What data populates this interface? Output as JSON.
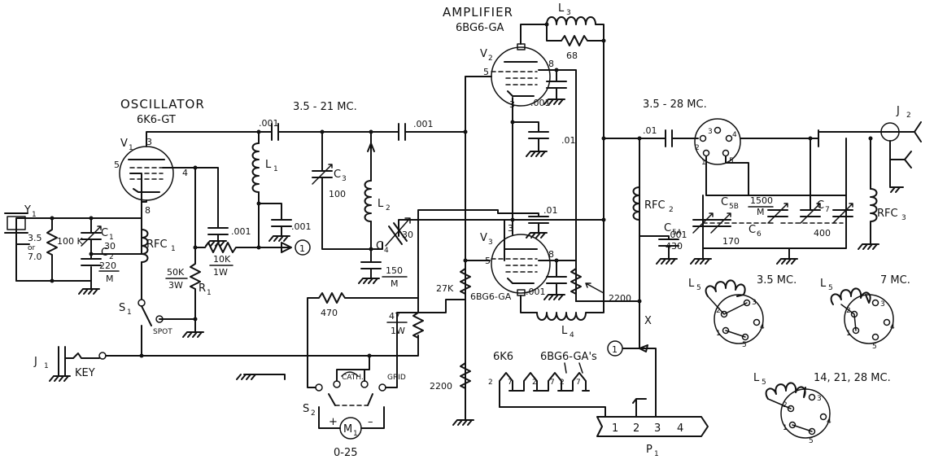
{
  "labels": {
    "osc_title": "OSCILLATOR",
    "osc_tube": "6K6-GT",
    "amp_title": "AMPLIFIER",
    "amp_tube": "6BG6-GA",
    "band1": "3.5 - 21 MC.",
    "band2": "3.5 - 28 MC.",
    "v1": "V",
    "v1_sub": "1",
    "v2": "V",
    "v2_sub": "2",
    "v3": "V",
    "v3_sub": "3",
    "y1": "Y",
    "y1_sub": "1",
    "y1_f1": "3.5",
    "y1_or": "or",
    "y1_f2": "7.0",
    "r100k": "100 K",
    "c1": "C",
    "c1_sub": "1",
    "c1_val": "30",
    "c2": "C",
    "c2_sub": "2",
    "c2_val": "220",
    "c2_unit": "M",
    "rfc1": "RFC",
    "rfc1_sub": "1",
    "r1_val": "50K",
    "r1_w": "3W",
    "r1": "R",
    "r1_sub": "1",
    "r10k": "10K",
    "r10k_w": "1W",
    "l1": "L",
    "l1_sub": "1",
    "c001a": ".001",
    "c001b": ".001",
    "c001c": ".001",
    "c001d": ".001",
    "c001e": ".001",
    "c001f": ".001",
    "c001g": ".001",
    "c01a": ".01",
    "c01b": ".01",
    "c01c": ".01",
    "c3": "C",
    "c3_sub": "3",
    "c3_val": "100",
    "l2": "L",
    "l2_sub": "2",
    "c4": "C",
    "c4_sub": "4",
    "c4_val": "30",
    "c150": "150",
    "c150_unit": "M",
    "l3": "L",
    "l3_sub": "3",
    "r68": "68",
    "r27k": "27K",
    "v3_tube": "6BG6-GA",
    "r2200a": "2200",
    "r2200b": "2200",
    "l4": "L",
    "l4_sub": "4",
    "rfc2": "RFC",
    "rfc2_sub": "2",
    "x": "X",
    "j1": "J",
    "j1_sub": "1",
    "key": "KEY",
    "s1": "S",
    "s1_sub": "1",
    "spot": "SPOT",
    "r470": "470",
    "r47": "47",
    "r47_w": "1W",
    "s2": "S",
    "s2_sub": "2",
    "cath": "CATH.",
    "grid": "GRID",
    "m1": "M",
    "m1_sub": "1",
    "m_range": "0-25",
    "plus": "+",
    "minus": "–",
    "p1": "P",
    "p1_sub": "1",
    "p1_pins": [
      "1",
      "2",
      "3",
      "4"
    ],
    "heater_6k6": "6K6",
    "heater_6bg6": "6BG6-GA's",
    "heater_pin2": "2",
    "heater_pin7": "7",
    "circle1": "1",
    "c5a": "C",
    "c5a_sub": "5A",
    "c5a_val": "430",
    "c5b": "C",
    "c5b_sub": "5B",
    "c5b_val": "170",
    "c6": "C",
    "c6_sub": "6",
    "c6_val": "1500",
    "c6_unit": "M",
    "c7": "C",
    "c7_sub": "7",
    "c7_val": "400",
    "rfc3": "RFC",
    "rfc3_sub": "3",
    "j2": "J",
    "j2_sub": "2",
    "l5": "L",
    "l5_sub": "5",
    "l5a_band": "3.5 MC.",
    "l5b_band": "7 MC.",
    "l5c_band": "14, 21, 28 MC.",
    "pin1": "1",
    "pin2": "2",
    "pin3": "3",
    "pin4": "4",
    "pin5": "5",
    "pin7": "7",
    "pin8": "8"
  }
}
